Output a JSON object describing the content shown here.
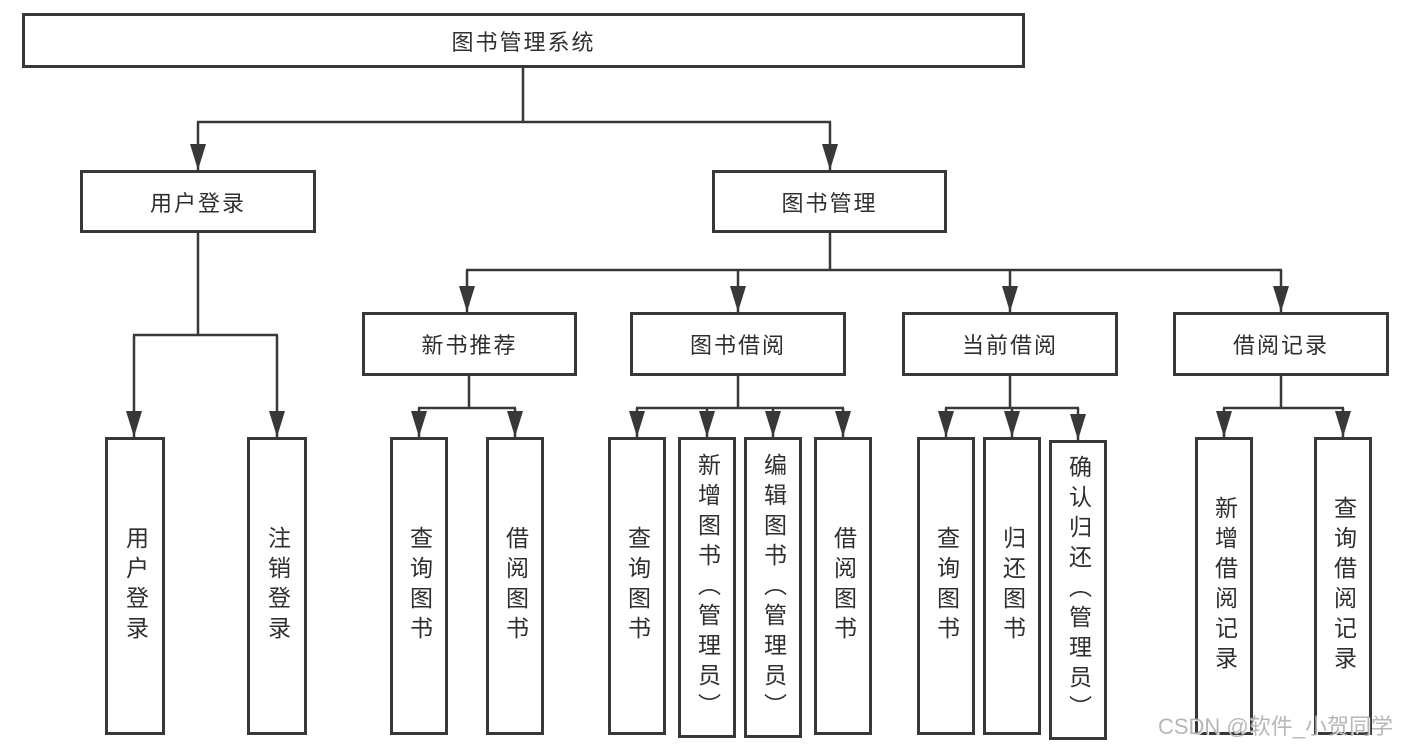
{
  "colors": {
    "line": "#383838",
    "text": "#2f2f2f",
    "box_background": "#ffffff",
    "watermark": "#aaaaaa"
  },
  "tree": {
    "root": {
      "label": "图书管理系统"
    },
    "branches": [
      {
        "label": "用户登录",
        "children": [
          {
            "label": "用户登录"
          },
          {
            "label": "注销登录"
          }
        ]
      },
      {
        "label": "图书管理",
        "groups": [
          {
            "label": "新书推荐",
            "children": [
              {
                "label": "查询图书"
              },
              {
                "label": "借阅图书"
              }
            ]
          },
          {
            "label": "图书借阅",
            "children": [
              {
                "label": "查询图书"
              },
              {
                "label": "新增图书（管理员）"
              },
              {
                "label": "编辑图书（管理员）"
              },
              {
                "label": "借阅图书"
              }
            ]
          },
          {
            "label": "当前借阅",
            "children": [
              {
                "label": "查询图书"
              },
              {
                "label": "归还图书"
              },
              {
                "label": "确认归还（管理员）"
              }
            ]
          },
          {
            "label": "借阅记录",
            "children": [
              {
                "label": "新增借阅记录"
              },
              {
                "label": "查询借阅记录"
              }
            ]
          }
        ]
      }
    ]
  },
  "watermark": "CSDN @软件_小贺同学"
}
